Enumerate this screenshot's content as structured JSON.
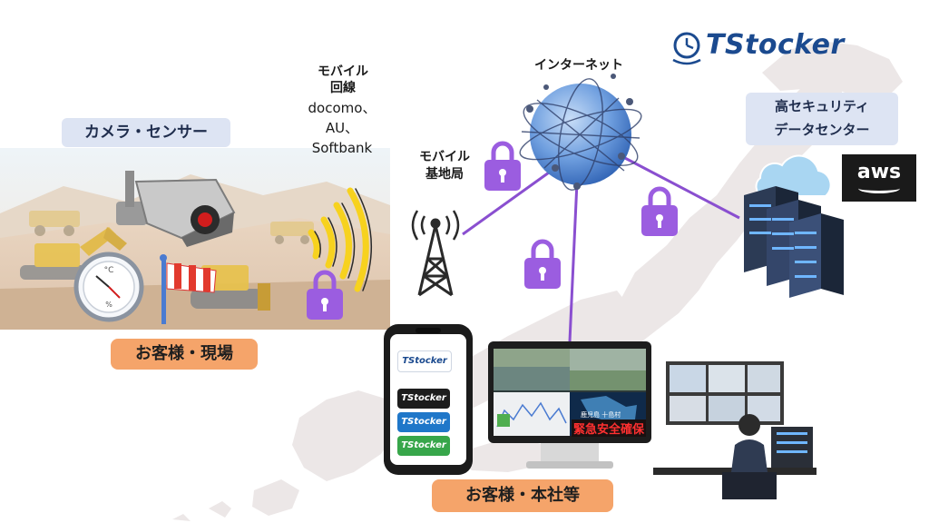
{
  "brand": {
    "name": "TStocker"
  },
  "labels": {
    "camera_sensor": "カメラ・センサー",
    "customer_site": "お客様・現場",
    "customer_hq": "お客様・本社等",
    "mobile_line_title_1": "モバイル",
    "mobile_line_title_2": "回線",
    "carrier_1": "docomo、",
    "carrier_2": "AU、",
    "carrier_3": "Softbank",
    "base_station_1": "モバイル",
    "base_station_2": "基地局",
    "internet": "インターネット",
    "datacenter_1": "高セキュリティ",
    "datacenter_2": "データセンター",
    "aws": "aws"
  },
  "phone_apps": [
    "TStocker",
    "TStocker",
    "TStocker",
    "TStocker"
  ],
  "monitor_alert": "緊急安全確保",
  "monitor_small": "鹿児島 十島村",
  "colors": {
    "lock": "#9b5de0",
    "line": "#8a4fd0",
    "brand": "#1b4a8f",
    "pill_blue": "#dde4f3",
    "pill_orange": "#f5a46a",
    "signal": "#f7d21e"
  }
}
